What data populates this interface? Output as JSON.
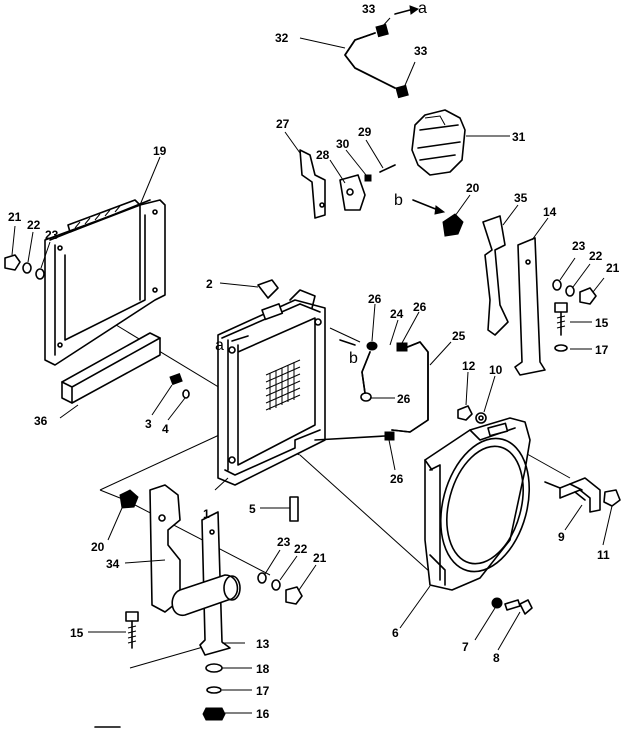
{
  "callouts": [
    {
      "id": "c33a",
      "text": "33"
    },
    {
      "id": "c32",
      "text": "32"
    },
    {
      "id": "c33b",
      "text": "33"
    },
    {
      "id": "c31",
      "text": "31"
    },
    {
      "id": "c27",
      "text": "27"
    },
    {
      "id": "c28",
      "text": "28"
    },
    {
      "id": "c30",
      "text": "30"
    },
    {
      "id": "c29",
      "text": "29"
    },
    {
      "id": "c20a",
      "text": "20"
    },
    {
      "id": "c35",
      "text": "35"
    },
    {
      "id": "c14",
      "text": "14"
    },
    {
      "id": "c19",
      "text": "19"
    },
    {
      "id": "c21a",
      "text": "21"
    },
    {
      "id": "c22a",
      "text": "22"
    },
    {
      "id": "c23a",
      "text": "23"
    },
    {
      "id": "c23b",
      "text": "23"
    },
    {
      "id": "c22b",
      "text": "22"
    },
    {
      "id": "c21b",
      "text": "21"
    },
    {
      "id": "c15a",
      "text": "15"
    },
    {
      "id": "c17a",
      "text": "17"
    },
    {
      "id": "c2",
      "text": "2"
    },
    {
      "id": "c26a",
      "text": "26"
    },
    {
      "id": "c24",
      "text": "24"
    },
    {
      "id": "c26b",
      "text": "26"
    },
    {
      "id": "c25",
      "text": "25"
    },
    {
      "id": "c26c",
      "text": "26"
    },
    {
      "id": "c12",
      "text": "12"
    },
    {
      "id": "c10",
      "text": "10"
    },
    {
      "id": "c3",
      "text": "3"
    },
    {
      "id": "c4",
      "text": "4"
    },
    {
      "id": "c36",
      "text": "36"
    },
    {
      "id": "c26d",
      "text": "26"
    },
    {
      "id": "c1",
      "text": "1"
    },
    {
      "id": "c5",
      "text": "5"
    },
    {
      "id": "c20b",
      "text": "20"
    },
    {
      "id": "c34",
      "text": "34"
    },
    {
      "id": "c23c",
      "text": "23"
    },
    {
      "id": "c22c",
      "text": "22"
    },
    {
      "id": "c21c",
      "text": "21"
    },
    {
      "id": "c9",
      "text": "9"
    },
    {
      "id": "c11",
      "text": "11"
    },
    {
      "id": "c6",
      "text": "6"
    },
    {
      "id": "c7",
      "text": "7"
    },
    {
      "id": "c8",
      "text": "8"
    },
    {
      "id": "c15b",
      "text": "15"
    },
    {
      "id": "c13",
      "text": "13"
    },
    {
      "id": "c18",
      "text": "18"
    },
    {
      "id": "c17b",
      "text": "17"
    },
    {
      "id": "c16",
      "text": "16"
    }
  ],
  "refs": [
    {
      "id": "ra1",
      "text": "a"
    },
    {
      "id": "ra2",
      "text": "a"
    },
    {
      "id": "rb1",
      "text": "b"
    },
    {
      "id": "rb2",
      "text": "b"
    }
  ]
}
